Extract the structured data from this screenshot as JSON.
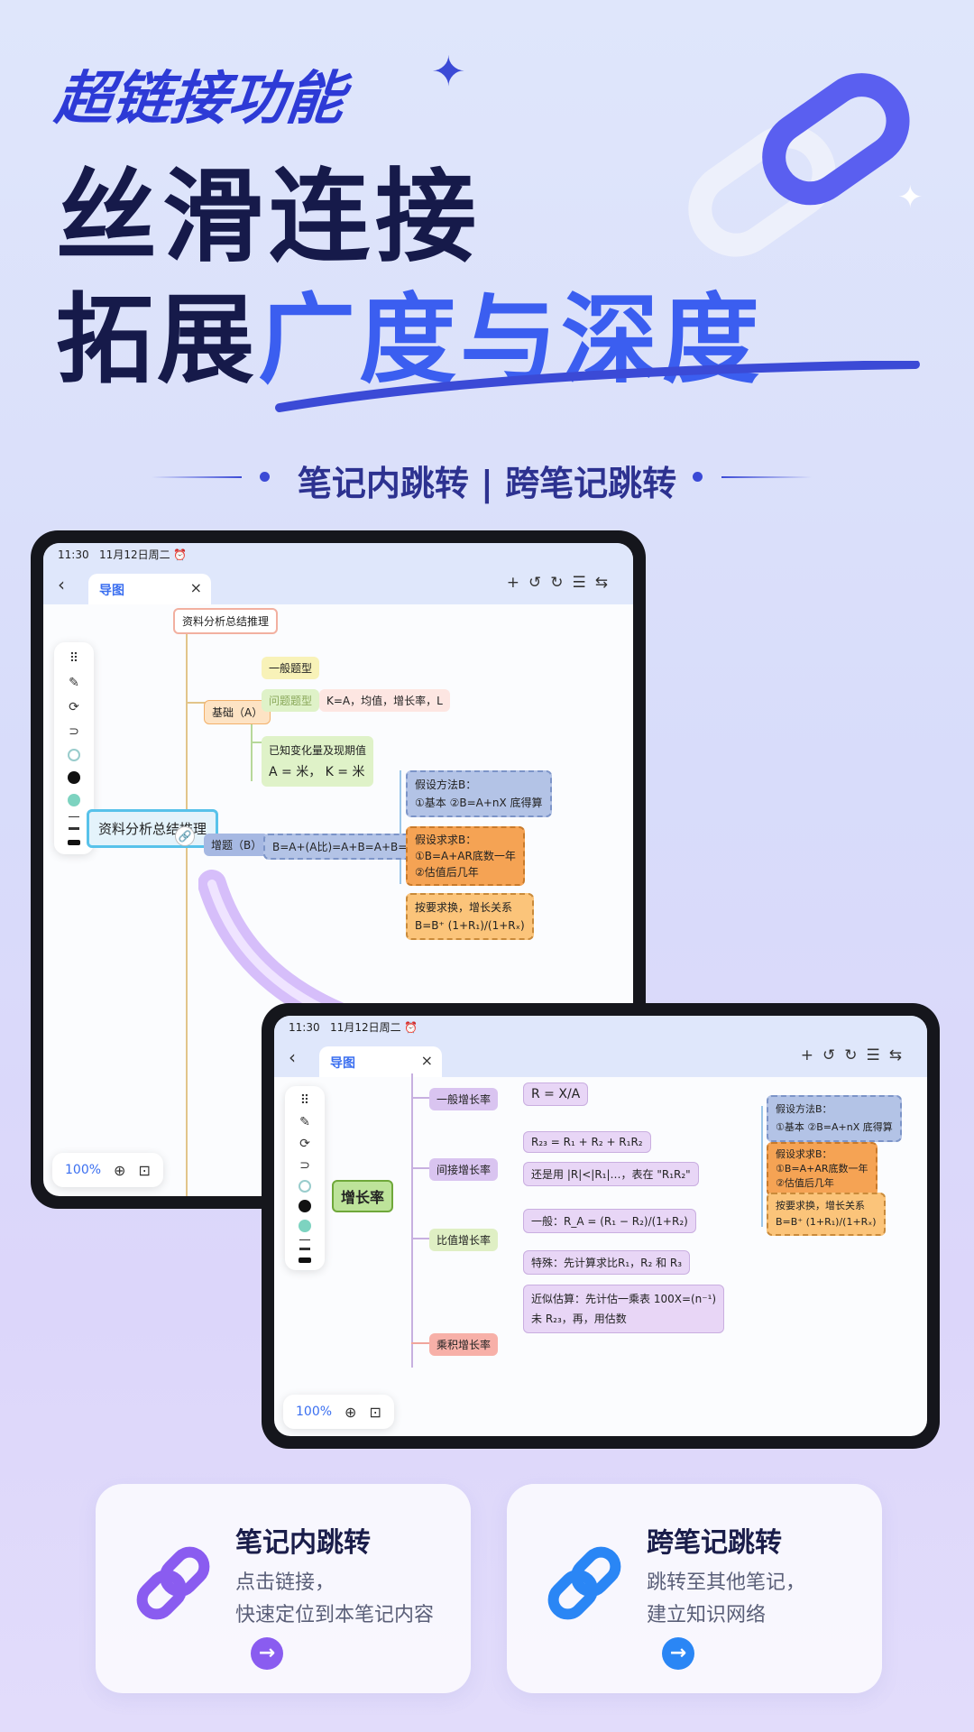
{
  "headline": {
    "line1": "超链接功能",
    "line2": "丝滑连接",
    "line3_a": "拓展",
    "line3_b": "广度与深度"
  },
  "subtitle": "笔记内跳转 | 跨笔记跳转",
  "tablet1": {
    "status": {
      "time": "11:30",
      "date": "11月12日周二"
    },
    "tab": "导图",
    "zoom": "100%",
    "nodes": {
      "root": "资料分析总结推理",
      "top": "资料分析总结推理",
      "a": "基础（A）",
      "a1": "一般题型",
      "a2": "问题题型",
      "a2n": "K=A，均值，增长率，L",
      "a3": "已知变化量及现期值",
      "a3m": "A = 米，  K = 米",
      "b": "增题（B）",
      "b1": "B=A+(A比)=A+B=A+B=B",
      "n1a": "假设方法B：",
      "n1b": "①基本  ②B=A+nX  底得算",
      "n2a": "假设求求B：",
      "n2b": "①B=A+AR底数一年",
      "n2c": "②估值后几年",
      "n3a": "按要求换，增长关系",
      "n3b": "B=B⁺ (1+R₁)/(1+Rₓ)"
    }
  },
  "tablet2": {
    "status": {
      "time": "11:30",
      "date": "11月12日周二"
    },
    "tab": "导图",
    "zoom": "100%",
    "nodes": {
      "root": "增长率",
      "c1": "一般增长率",
      "c1f": "R = X/A",
      "c2": "间接增长率",
      "c2f1": "R₂₃ = R₁ + R₂ + R₁R₂",
      "c2f2": "还是用 |R|<|R₁|…，表在 \"R₁R₂\"",
      "c3": "比值增长率",
      "c3f1": "一般：R_A = (R₁ − R₂)/(1+R₂)",
      "c3f2": "特殊：先计算求比R₁，R₂ 和 R₃",
      "c3f3a": "近似估算：先计估一乘表 100X=(n⁻¹)",
      "c3f3b": "未 R₂₃，再，用估数",
      "c4": "乘积增长率",
      "n1a": "假设方法B：",
      "n1b": "①基本  ②B=A+nX  底得算",
      "n2a": "假设求求B：",
      "n2b": "①B=A+AR底数一年",
      "n2c": "②估值后几年",
      "n3a": "按要求换，增长关系",
      "n3b": "B=B⁺ (1+R₁)/(1+Rₓ)"
    }
  },
  "cards": [
    {
      "title": "笔记内跳转",
      "desc1": "点击链接，",
      "desc2": "快速定位到本笔记内容"
    },
    {
      "title": "跨笔记跳转",
      "desc1": "跳转至其他笔记，",
      "desc2": "建立知识网络"
    }
  ],
  "colors": {
    "accent": "#3b5ef0",
    "purple_link": "#8a5cf0",
    "blue_link": "#2a86f5"
  }
}
